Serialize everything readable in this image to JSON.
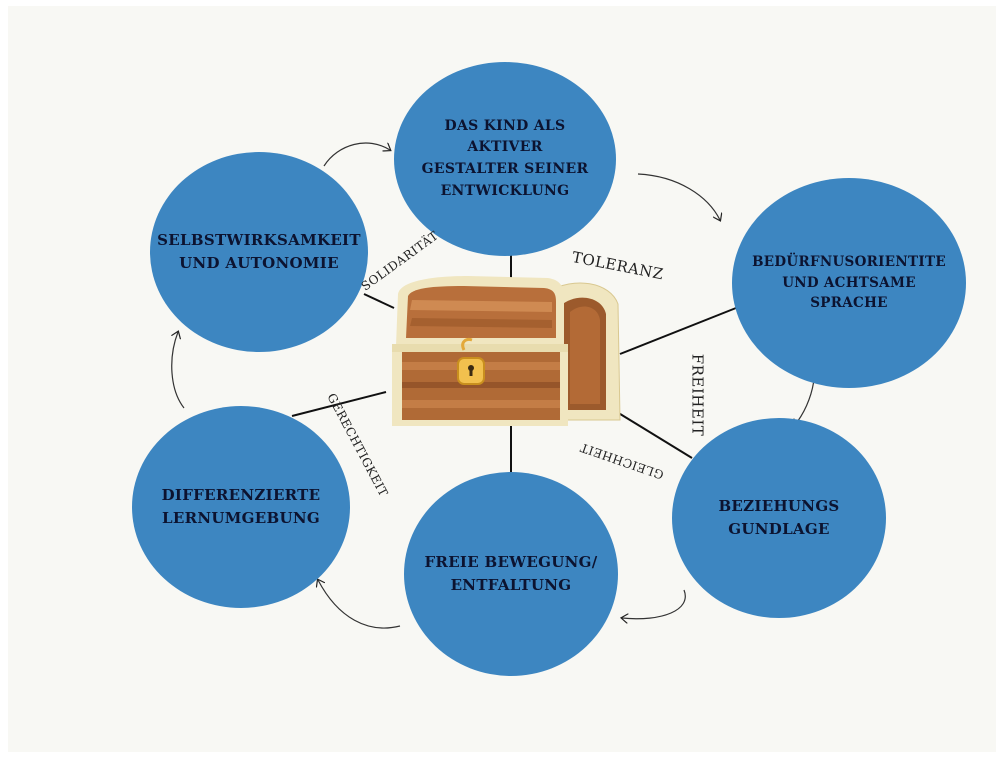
{
  "diagram": {
    "colors": {
      "circle": "#3d86c1",
      "background": "#f8f8f4",
      "text": "#0c1330",
      "line": "#111111"
    },
    "center_icon": "treasure-chest",
    "circles": [
      {
        "id": "kind",
        "text": "DAS KIND ALS\nAKTIVER\nGESTALTER SEINER\nENTWICKLUNG"
      },
      {
        "id": "beduerfnis",
        "text": "BEDÜRFNUSORIENTITE\nUND ACHTSAME\nSPRACHE"
      },
      {
        "id": "beziehung",
        "text": "BEZIEHUNGS\nGUNDLAGE"
      },
      {
        "id": "bewegung",
        "text": "FREIE BEWEGUNG/\nENTFALTUNG"
      },
      {
        "id": "lernumgebung",
        "text": "DIFFERENZIERTE\nLERNUMGEBUNG"
      },
      {
        "id": "selbst",
        "text": "SELBSTWIRKSAMKEIT\nUND AUTONOMIE"
      }
    ],
    "values": [
      {
        "id": "toleranz",
        "text": "TOLERANZ"
      },
      {
        "id": "freiheit",
        "text": "FREIHEIT"
      },
      {
        "id": "gleichheit",
        "text": "GLEICHHEIT"
      },
      {
        "id": "gerechtigkeit",
        "text": "GERECHTIGKEIT"
      },
      {
        "id": "solidaritaet",
        "text": "SOLIDARITÄT"
      }
    ]
  }
}
